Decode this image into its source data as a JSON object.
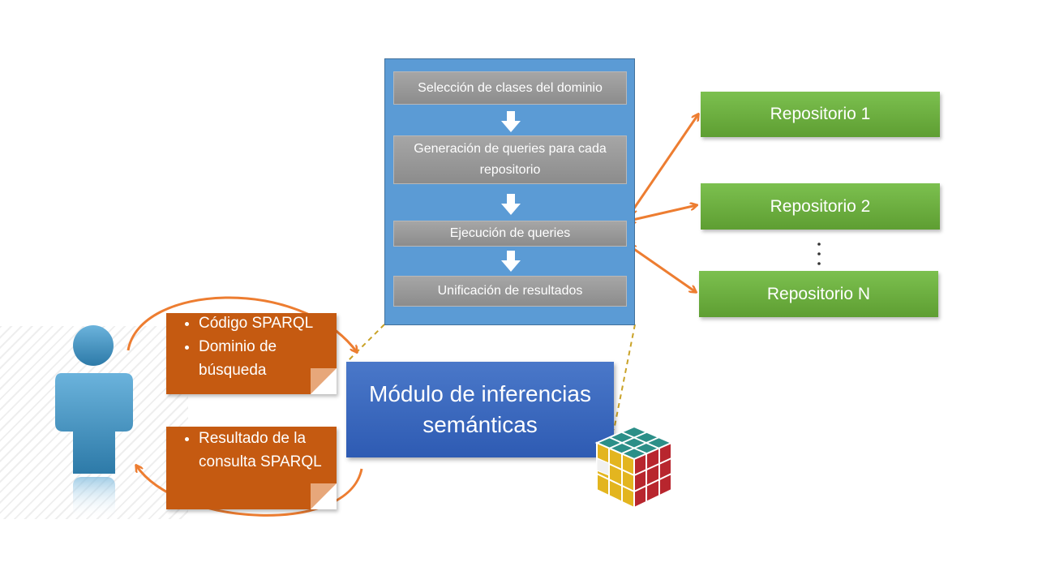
{
  "pipeline": {
    "steps": [
      "Selección de clases del dominio",
      "Generación de queries para cada repositorio",
      "Ejecución de queries",
      "Unificación de resultados"
    ]
  },
  "repositories": [
    "Repositorio 1",
    "Repositorio 2",
    "Repositorio N"
  ],
  "module": {
    "label": "Módulo de inferencias semánticas"
  },
  "notes": {
    "input": [
      "Código SPARQL",
      "Dominio de búsqueda"
    ],
    "output": [
      "Resultado de la consulta SPARQL"
    ]
  },
  "colors": {
    "panel": "#5b9bd5",
    "step": "#a6a6a6",
    "repository": "#70ad47",
    "module": "#3a6cc0",
    "note": "#c55a11",
    "connector": "#ed7d31",
    "user": "#3f8fc0"
  }
}
